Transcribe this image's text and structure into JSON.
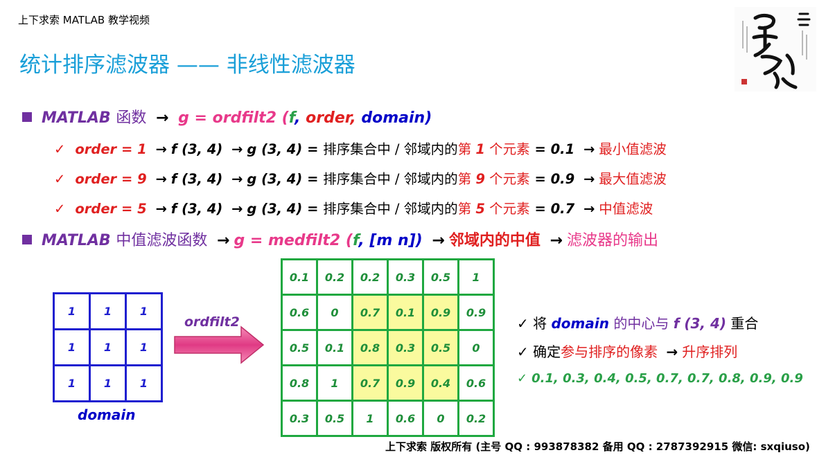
{
  "header": {
    "series_title": "上下求索 MATLAB 教学视频",
    "title": "统计排序滤波器 —— 非线性滤波器"
  },
  "bullet1": {
    "prefix": "MATLAB",
    "word": "函数",
    "arrow": "→",
    "g_eq": "g = ordfilt2 (",
    "f": "f",
    "comma1": ",",
    "order": " order,",
    "domain": " domain)"
  },
  "orders": [
    {
      "order": "order = 1",
      "f": "f (3, 4)",
      "g": "g (3, 4)",
      "eq": "=",
      "text": "排序集合中 / 邻域内的",
      "pos_a": "第 ",
      "num": "1",
      "pos_b": " 个元素",
      "val": "= 0.1",
      "result": "最小值滤波"
    },
    {
      "order": "order = 9",
      "f": "f (3, 4)",
      "g": "g (3, 4)",
      "eq": "=",
      "text": "排序集合中 / 邻域内的",
      "pos_a": "第 ",
      "num": "9",
      "pos_b": " 个元素",
      "val": "= 0.9",
      "result": "最大值滤波"
    },
    {
      "order": "order = 5",
      "f": "f (3, 4)",
      "g": "g (3, 4)",
      "eq": "=",
      "text": "排序集合中 / 邻域内的",
      "pos_a": "第 ",
      "num": "5",
      "pos_b": " 个元素",
      "val": "= 0.7",
      "result": "中值滤波"
    }
  ],
  "bullet2": {
    "prefix": "MATLAB",
    "word": "中值滤波函数",
    "g_eq": "g = medfilt2 (",
    "f": "f",
    "args": ", [m n])",
    "median": "邻域内的中值",
    "output": "滤波器的输出"
  },
  "kernel": {
    "rows": [
      [
        "1",
        "1",
        "1"
      ],
      [
        "1",
        "1",
        "1"
      ],
      [
        "1",
        "1",
        "1"
      ]
    ],
    "label": "domain"
  },
  "operation": {
    "label": "ordfilt2"
  },
  "image": {
    "rows": [
      [
        "0.1",
        "0.2",
        "0.2",
        "0.3",
        "0.5",
        "1"
      ],
      [
        "0.6",
        "0",
        "0.7",
        "0.1",
        "0.9",
        "0.9"
      ],
      [
        "0.5",
        "0.1",
        "0.8",
        "0.3",
        "0.5",
        "0"
      ],
      [
        "0.8",
        "1",
        "0.7",
        "0.9",
        "0.4",
        "0.6"
      ],
      [
        "0.3",
        "0.5",
        "1",
        "0.6",
        "0",
        "0.2"
      ]
    ],
    "highlight_rows": [
      1,
      3
    ],
    "highlight_cols": [
      2,
      4
    ]
  },
  "notes": {
    "n1": {
      "a": "将 ",
      "b": "domain",
      "c": " 的中心与 ",
      "d": "f (3, 4)",
      "e": " 重合"
    },
    "n2": {
      "a": "确定",
      "b": "参与排序的像素",
      "c": "升序排列"
    },
    "n3": {
      "values": "0.1, 0.3, 0.4, 0.5, 0.7, 0.7, 0.8, 0.9, 0.9"
    }
  },
  "footer": {
    "text": "上下求索  版权所有  (主号 QQ : 993878382   备用 QQ : 2787392915   微信: sxqiuso)"
  },
  "colors": {
    "title": "#1a9fd8",
    "bullet": "#7030a0",
    "g": "#e8398a",
    "f": "#2aa048",
    "order": "#e02020",
    "domain": "#0000c8",
    "grid_green": "#1fa840",
    "highlight": "#fafa9e"
  },
  "icons": [
    "check-icon",
    "arrow-right-icon",
    "square-bullet-icon",
    "seal-logo"
  ]
}
